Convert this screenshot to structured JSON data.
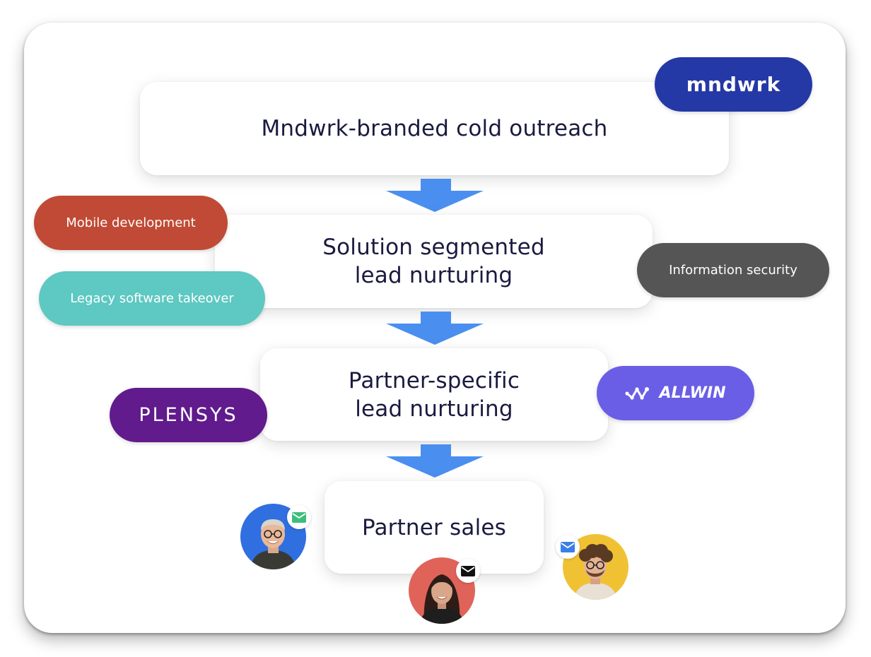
{
  "steps": {
    "step1": {
      "line1": "Mndwrk-branded cold outreach"
    },
    "step2": {
      "line1": "Solution segmented",
      "line2": "lead nurturing"
    },
    "step3": {
      "line1": "Partner-specific",
      "line2": "lead nurturing"
    },
    "step4": {
      "line1": "Partner sales"
    }
  },
  "tags": {
    "mobile": {
      "label": "Mobile development",
      "color": "#c04a35"
    },
    "legacy": {
      "label": "Legacy software takeover",
      "color": "#5ec8c2"
    },
    "infosec": {
      "label": "Information security",
      "color": "#555555"
    }
  },
  "logos": {
    "mndwrk": {
      "text": "mndwrk",
      "color": "#2438a6"
    },
    "plensys": {
      "text": "PLENSYS",
      "color": "#611b8c"
    },
    "allwin": {
      "text": "ALLWIN",
      "color": "#6a5ee6"
    }
  },
  "colors": {
    "arrow": "#4a8ff0",
    "text": "#1a1a40"
  }
}
